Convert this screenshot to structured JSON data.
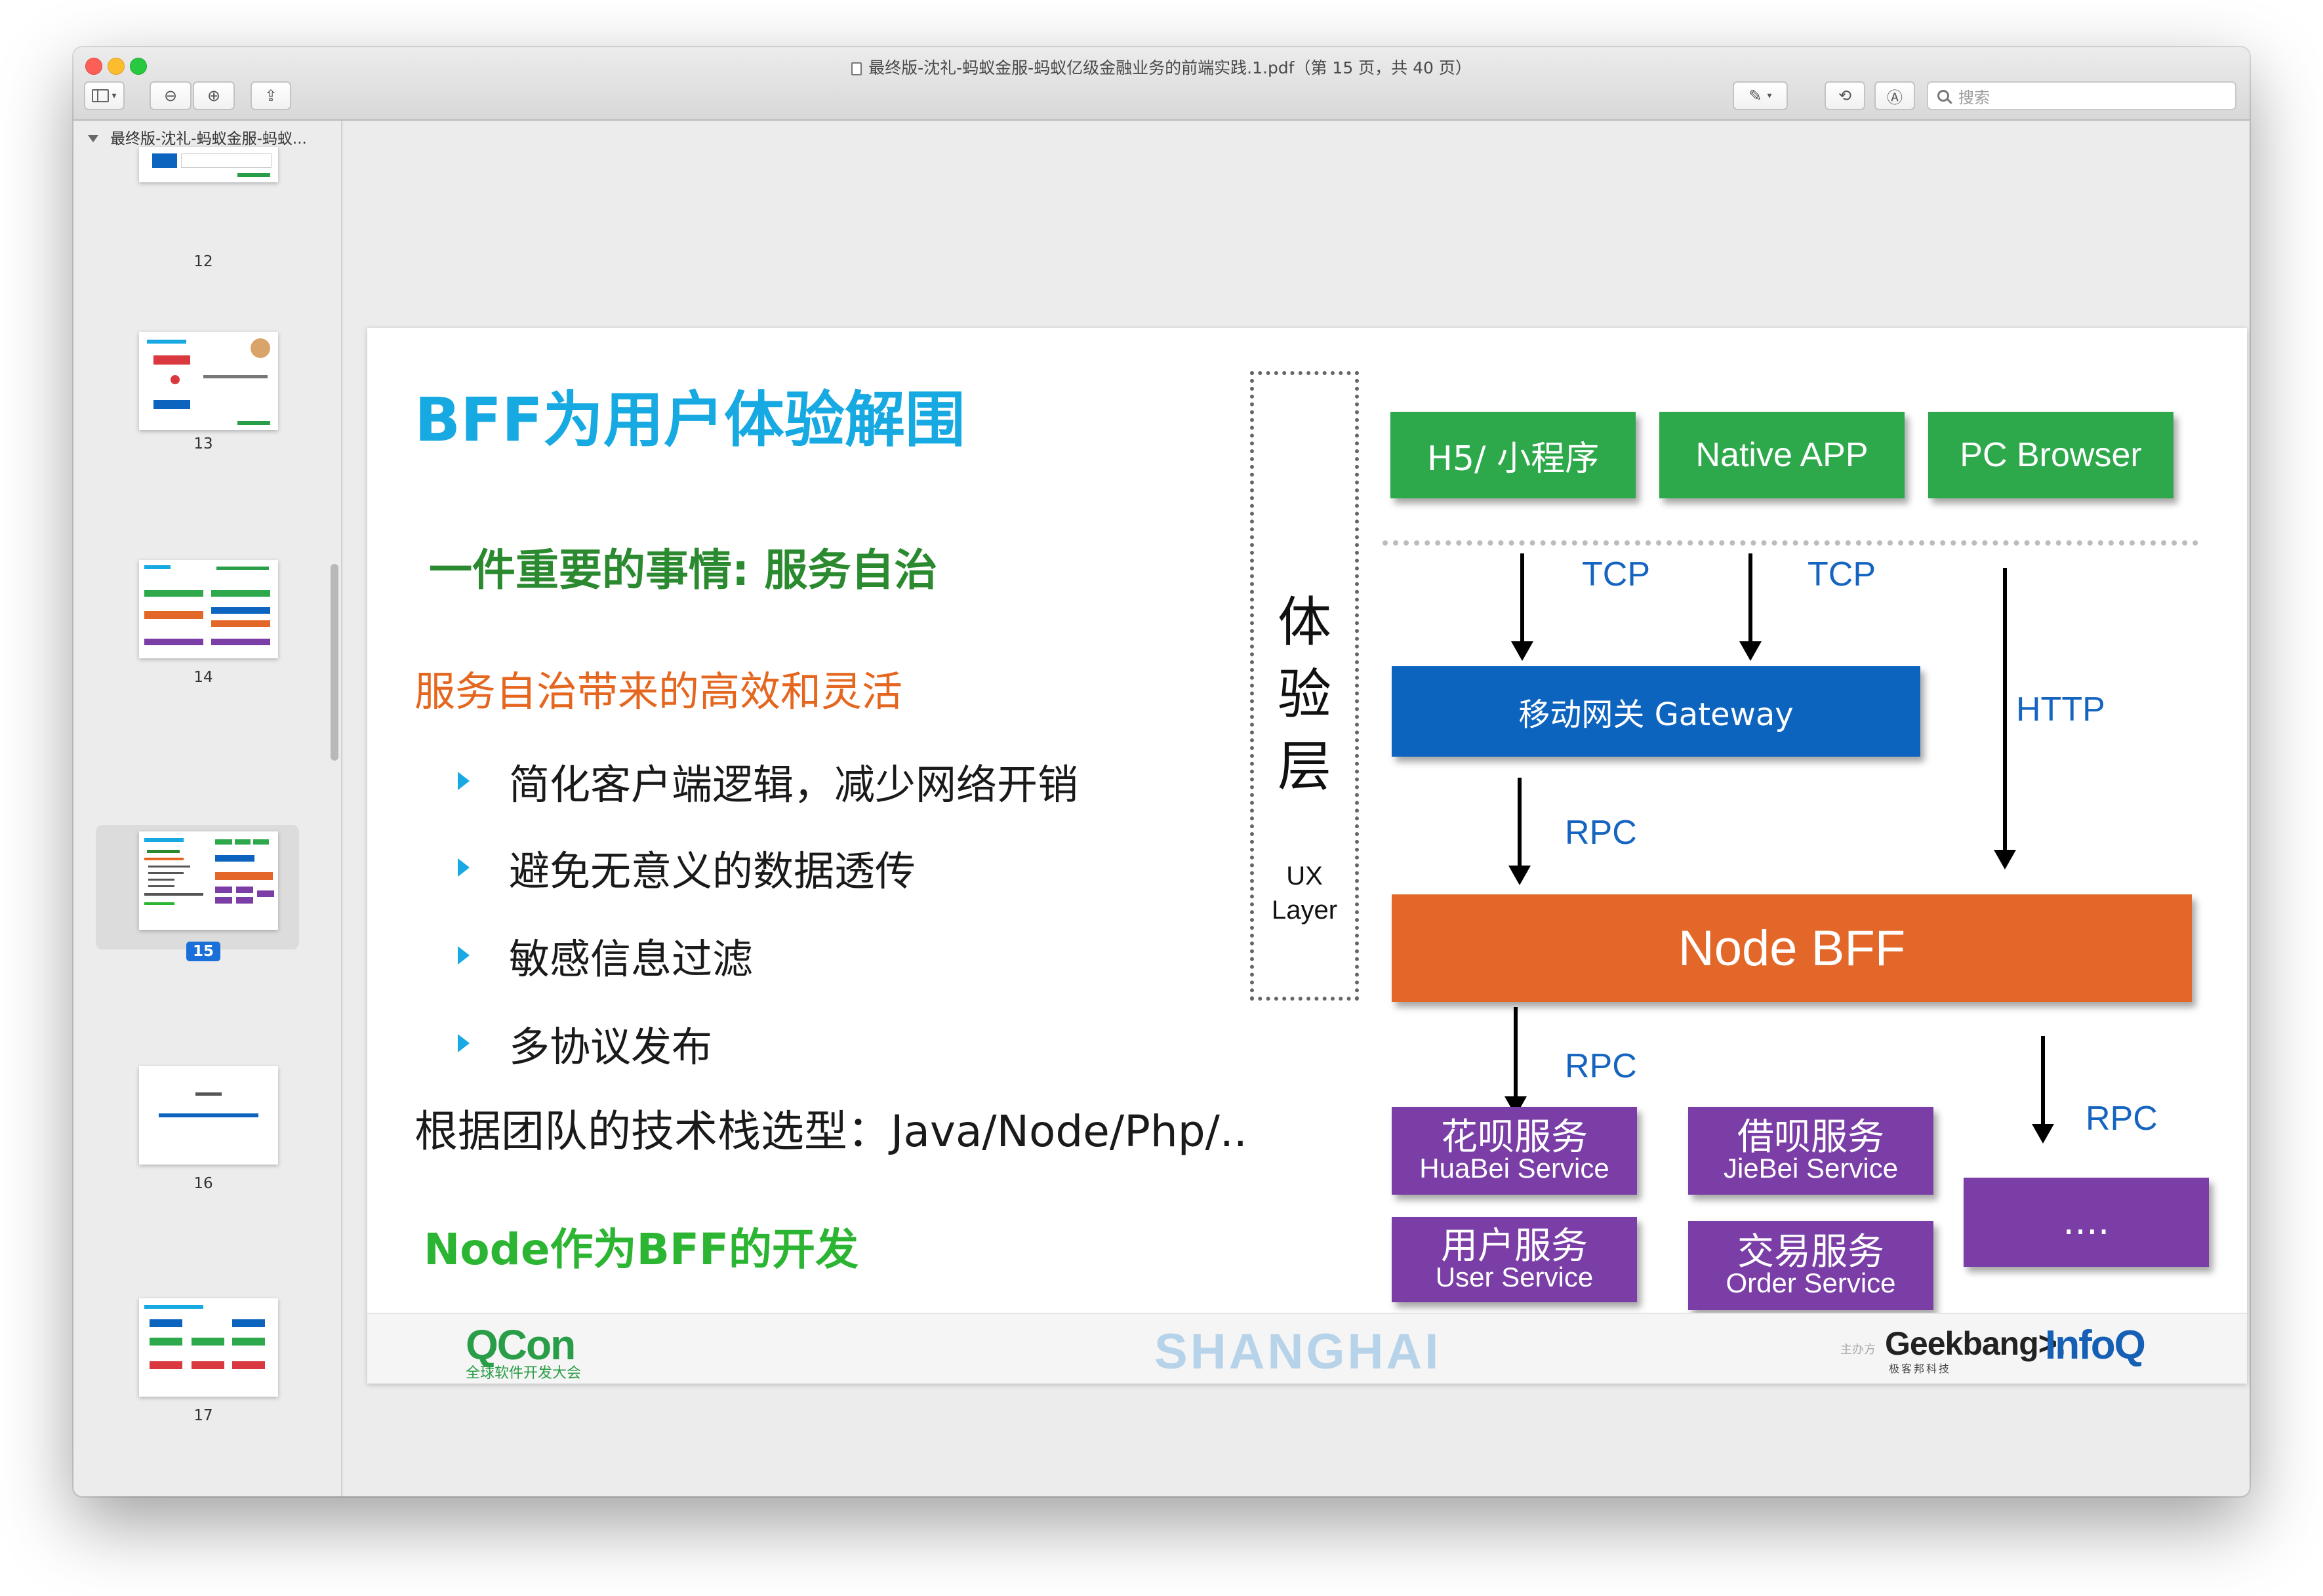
{
  "window": {
    "title": "最终版-沈礼-蚂蚁金服-蚂蚁亿级金融业务的前端实践.1.pdf（第 15 页，共 40 页）"
  },
  "toolbar": {
    "sidebar_toggle_icon": "sidebar-icon",
    "zoom_out_icon": "zoom-out-icon",
    "zoom_in_icon": "zoom-in-icon",
    "share_icon": "share-icon",
    "markup_icon": "pen-icon",
    "rotate_icon": "rotate-icon",
    "annotate_icon": "annotate-icon",
    "search_placeholder": "搜索"
  },
  "sidebar": {
    "document_name": "最终版-沈礼-蚂蚁金服-蚂蚁...",
    "pages": [
      {
        "number": "12"
      },
      {
        "number": "13"
      },
      {
        "number": "14"
      },
      {
        "number": "15",
        "selected": true
      },
      {
        "number": "16"
      },
      {
        "number": "17"
      }
    ]
  },
  "slide": {
    "title": "BFF为用户体验解围",
    "subtitle": "一件重要的事情: 服务自治",
    "benefits_heading": "服务自治带来的高效和灵活",
    "bullets": [
      "简化客户端逻辑，减少网络开销",
      "避免无意义的数据透传",
      "敏感信息过滤",
      "多协议发布"
    ],
    "tech_stack": "根据团队的技术栈选型：Java/Node/Php/..",
    "node_bff_dev": "Node作为BFF的开发",
    "ux_layer": {
      "cn": [
        "体",
        "验",
        "层"
      ],
      "en": [
        "UX",
        "Layer"
      ]
    },
    "clients": [
      "H5/ 小程序",
      "Native APP",
      "PC Browser"
    ],
    "gateway": "移动网关 Gateway",
    "node_bff": "Node BFF",
    "services": [
      {
        "cn": "花呗服务",
        "en": "HuaBei Service"
      },
      {
        "cn": "借呗服务",
        "en": "JieBei Service"
      },
      {
        "cn": "用户服务",
        "en": "User Service"
      },
      {
        "cn": "交易服务",
        "en": "Order Service"
      },
      {
        "cn": "....",
        "en": ""
      }
    ],
    "protocols": {
      "tcp1": "TCP",
      "tcp2": "TCP",
      "http": "HTTP",
      "rpc_gateway": "RPC",
      "rpc_services": "RPC",
      "rpc_more": "RPC"
    },
    "footer": {
      "qcon": "QCon",
      "qcon_sub": "全球软件开发大会",
      "city": "SHANGHAI",
      "sponsor_label": "主办方",
      "geekbang": "Geekbang>.",
      "geekbang_sub": "极客邦科技",
      "infoq": "InfoQ"
    }
  },
  "colors": {
    "title_blue": "#17a9e1",
    "subtitle_green": "#2b8a2f",
    "orange_text": "#e5661e",
    "client_green": "#2da84a",
    "gateway_blue": "#0c64bf",
    "bff_orange": "#e4672a",
    "service_purple": "#7a3ea6",
    "protocol_blue": "#1565c0"
  }
}
